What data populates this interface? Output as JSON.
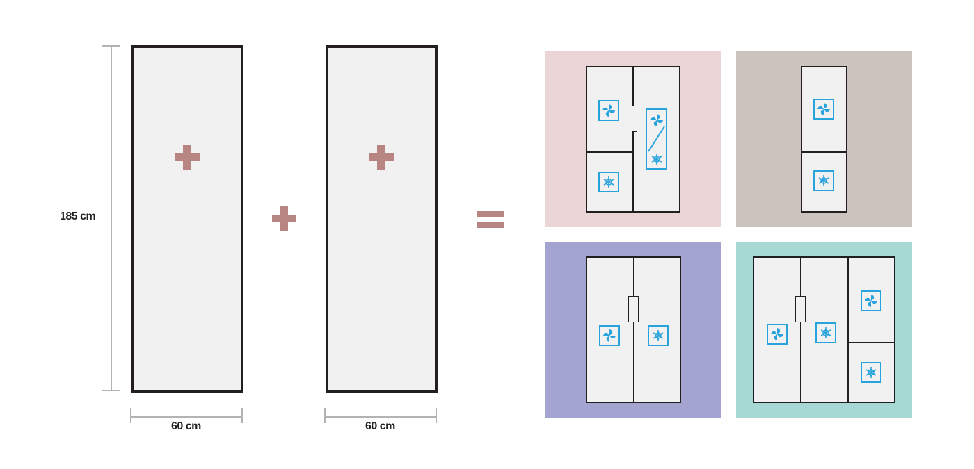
{
  "dimensions": {
    "height_label": "185 cm",
    "width_label_left": "60 cm",
    "width_label_right": "60 cm"
  },
  "colors": {
    "cabinet_fill": "#f1f1f1",
    "outline": "#231f20",
    "plus_accent": "#b78582",
    "icon_blue": "#29a3dc",
    "panel_pink": "#ebd5d7",
    "panel_taupe": "#cbc4be",
    "panel_lavender": "#a4a4d1",
    "panel_mint": "#a6d9d4"
  },
  "icons": {
    "plus": "plus-icon",
    "equals": "equals-icon",
    "fresh": "fan-icon",
    "freeze": "snowflake-icon"
  },
  "combinations": [
    {
      "name": "fridge-and-convertible",
      "doors": [
        "fan-icon",
        "snowflake-icon",
        "fan-and-snowflake-icon"
      ]
    },
    {
      "name": "fridge-freezer-single",
      "doors": [
        "fan-icon",
        "snowflake-icon"
      ]
    },
    {
      "name": "side-by-side",
      "doors": [
        "fan-icon",
        "snowflake-icon"
      ]
    },
    {
      "name": "side-by-side-plus-fridge-freezer",
      "doors": [
        "fan-icon",
        "snowflake-icon",
        "fan-icon",
        "snowflake-icon"
      ]
    }
  ]
}
